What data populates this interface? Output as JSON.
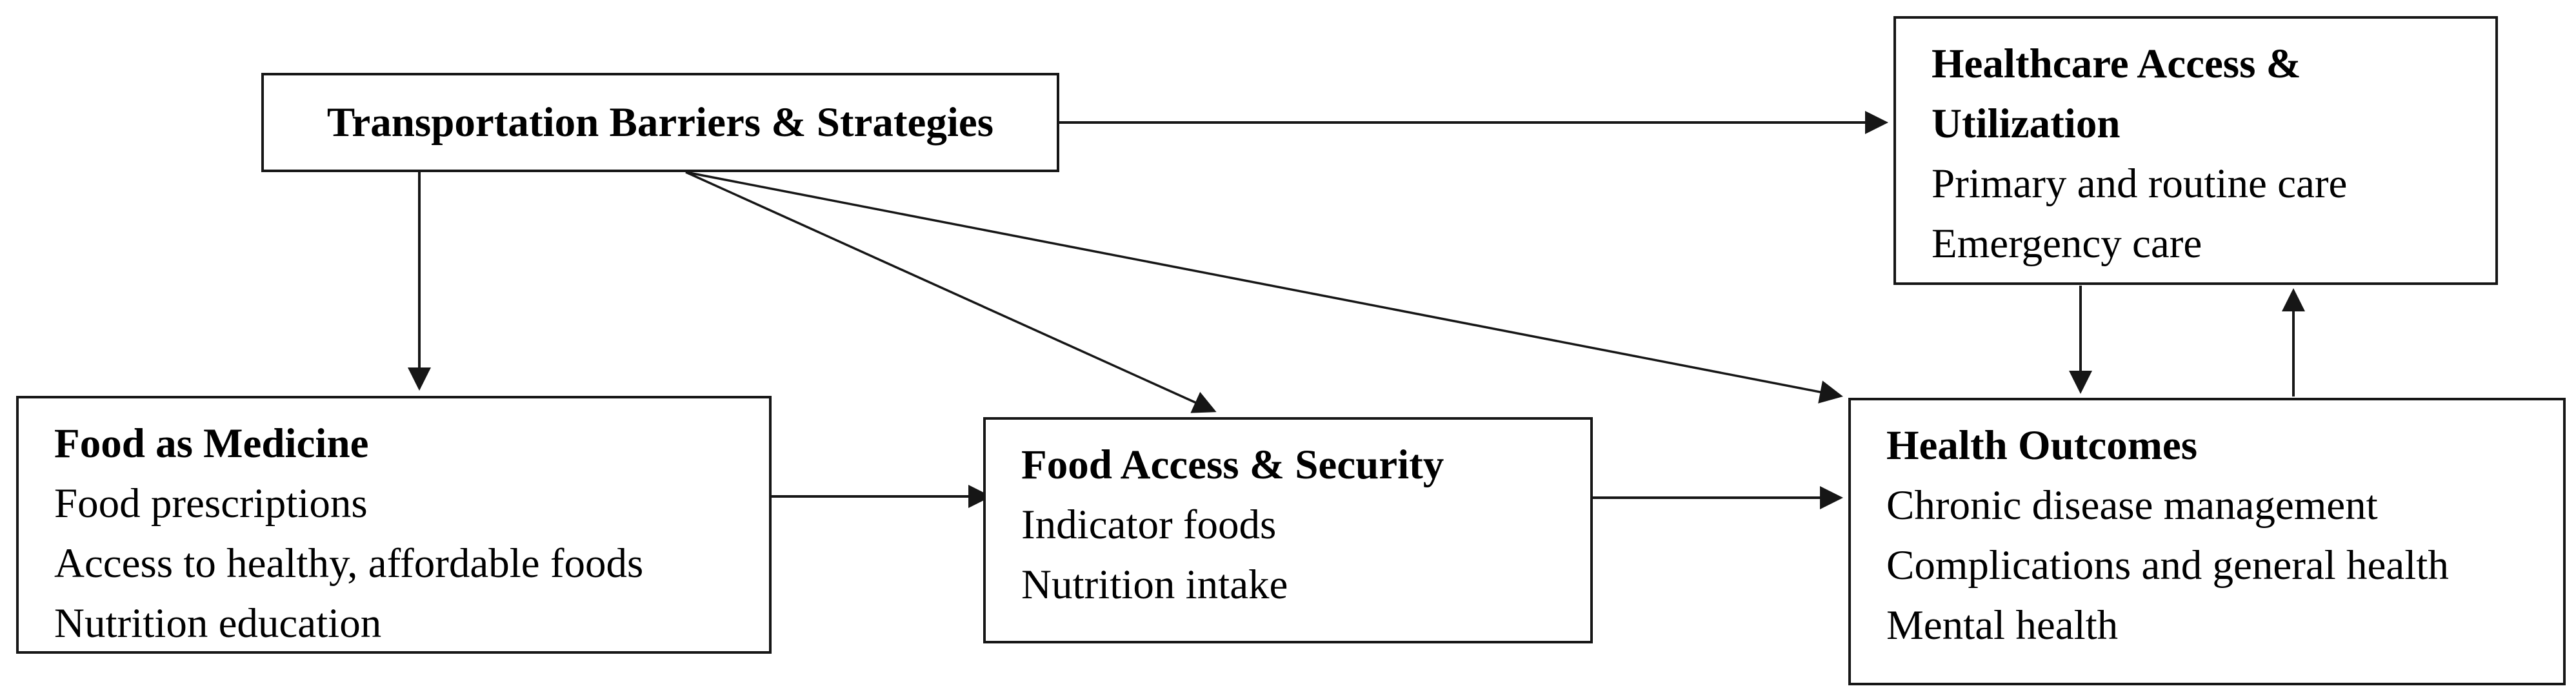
{
  "figure": {
    "background_color": "#ffffff",
    "line_color": "#161616",
    "text_color": "#000000"
  },
  "diagram": {
    "nodes": [
      {
        "id": "transportation",
        "title": "Transportation Barriers & Strategies",
        "items": []
      },
      {
        "id": "healthcare",
        "title": "Healthcare Access & Utilization",
        "items": [
          "Primary and routine care",
          "Emergency care"
        ]
      },
      {
        "id": "food_medicine",
        "title": "Food as Medicine",
        "items": [
          "Food prescriptions",
          "Access to healthy, affordable foods",
          "Nutrition education"
        ]
      },
      {
        "id": "food_access",
        "title": "Food Access & Security",
        "items": [
          "Indicator foods",
          "Nutrition intake"
        ]
      },
      {
        "id": "health_outcomes",
        "title": "Health Outcomes",
        "items": [
          "Chronic disease management",
          "Complications and general health",
          "Mental health"
        ]
      }
    ],
    "edges": [
      {
        "from": "transportation",
        "to": "healthcare"
      },
      {
        "from": "transportation",
        "to": "food_medicine"
      },
      {
        "from": "transportation",
        "to": "food_access"
      },
      {
        "from": "transportation",
        "to": "health_outcomes"
      },
      {
        "from": "food_medicine",
        "to": "food_access"
      },
      {
        "from": "food_access",
        "to": "health_outcomes"
      },
      {
        "from": "healthcare",
        "to": "health_outcomes"
      },
      {
        "from": "health_outcomes",
        "to": "healthcare"
      }
    ]
  }
}
